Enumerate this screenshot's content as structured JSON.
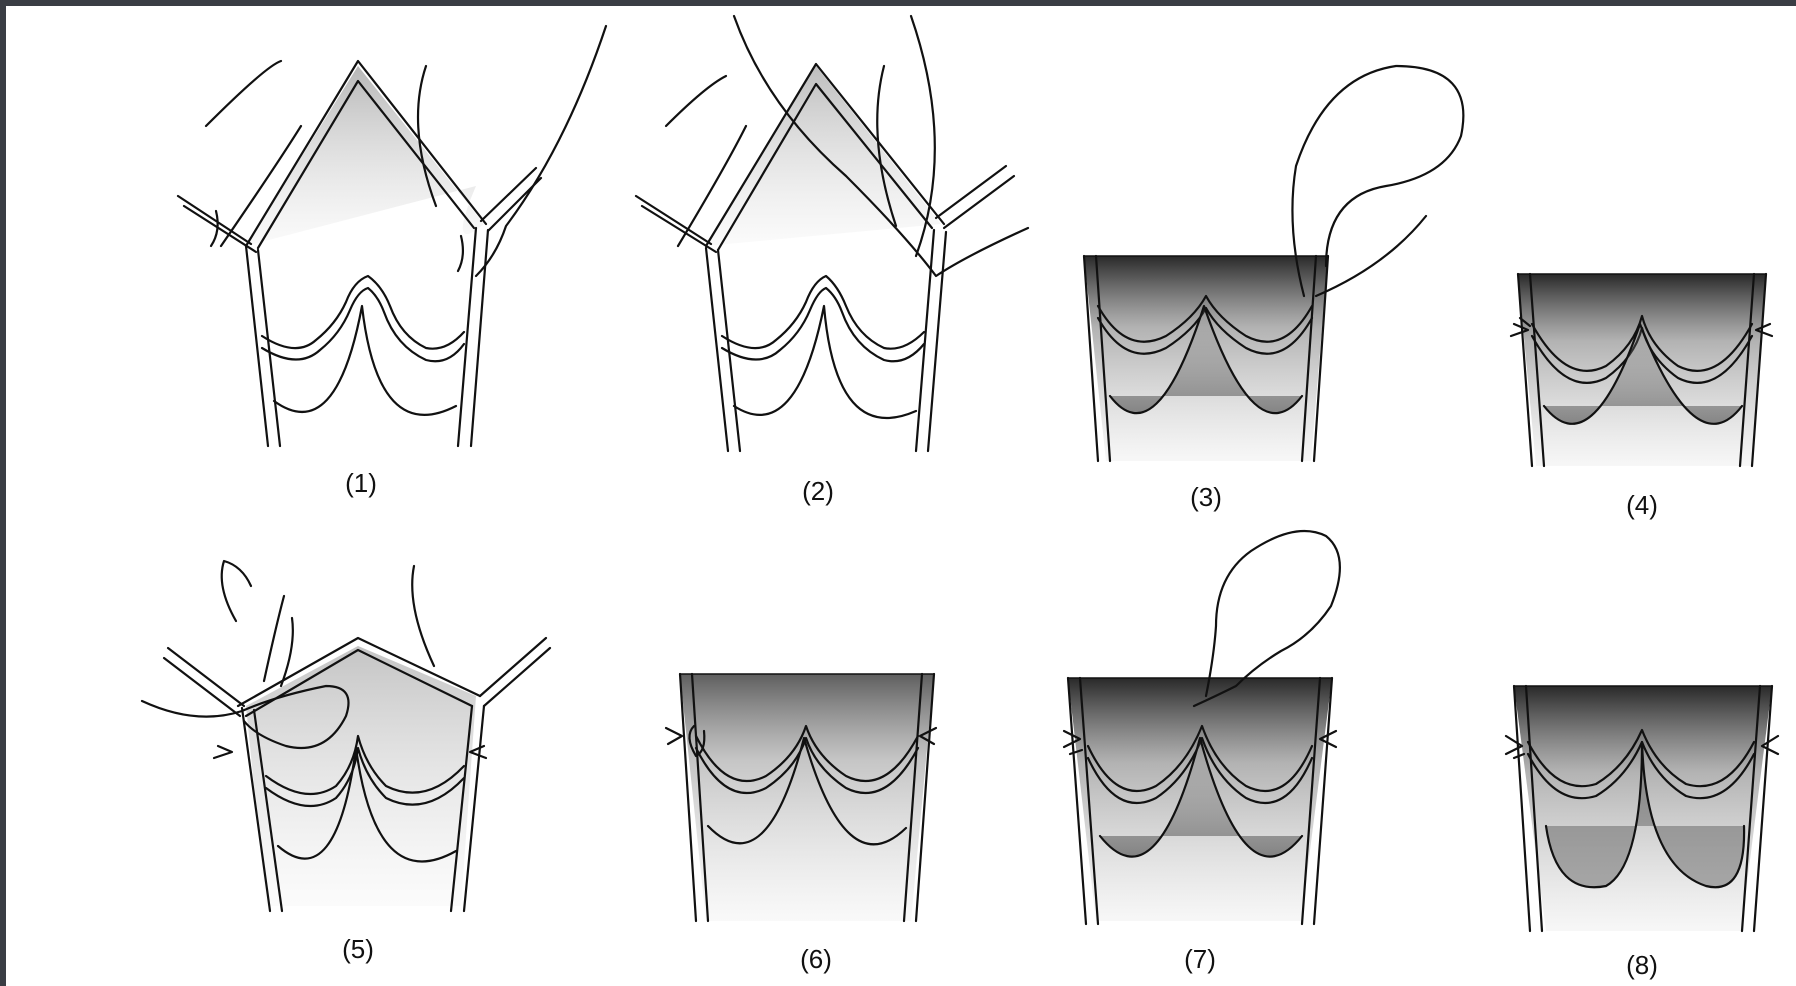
{
  "figure": {
    "panels": [
      {
        "label": "(1)"
      },
      {
        "label": "(2)"
      },
      {
        "label": "(3)"
      },
      {
        "label": "(4)"
      },
      {
        "label": "(5)"
      },
      {
        "label": "(6)"
      },
      {
        "label": "(7)"
      },
      {
        "label": "(8)"
      }
    ]
  },
  "colors": {
    "frame": "#3a3d44",
    "background": "#ffffff",
    "ink": "#111111",
    "shade": "#7a7a7a"
  }
}
